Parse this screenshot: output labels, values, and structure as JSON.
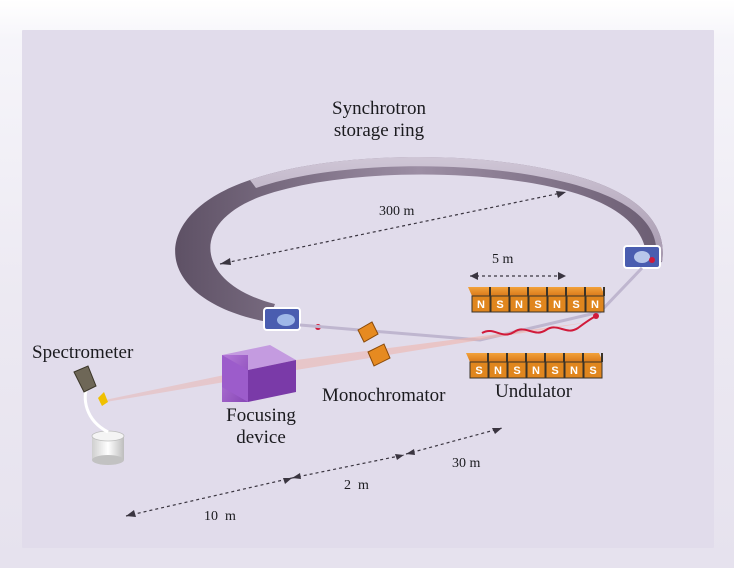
{
  "labels": {
    "ring_title_line1": "Synchrotron",
    "ring_title_line2": "storage ring",
    "spectrometer": "Spectrometer",
    "focusing_line1": "Focusing",
    "focusing_line2": "device",
    "monochromator": "Monochromator",
    "undulator": "Undulator"
  },
  "dimensions": {
    "ring_diameter": "300 m",
    "undulator_length": "5 m",
    "distance_30m": "30 m",
    "distance_2m": "2  m",
    "distance_10m": "10  m"
  },
  "undulator": {
    "top_row": [
      "N",
      "S",
      "N",
      "S",
      "N",
      "S",
      "N"
    ],
    "bottom_row": [
      "S",
      "N",
      "S",
      "N",
      "S",
      "N",
      "S"
    ]
  },
  "colors": {
    "ring": "#8f8298",
    "magnet_orange": "#e0861e",
    "magnet_dark": "#3a3328",
    "beam": "#e6a6a6",
    "electron_path": "#d11a3a",
    "focusing_box": "#9a5cc8"
  }
}
